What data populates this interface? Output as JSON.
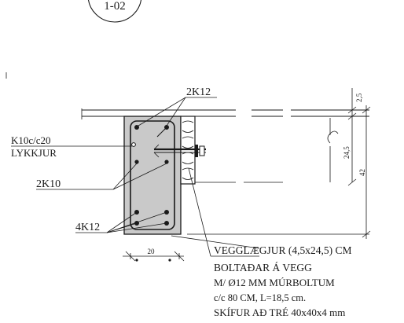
{
  "detail_ref": "1-02",
  "labels": {
    "top_reinforcement": "2K12",
    "stirrups_line1": "K10c/c20",
    "stirrups_line2": "LYKKJUR",
    "middle_reinforcement": "2K10",
    "bottom_reinforcement": "4K12",
    "width_dim": "20"
  },
  "dimensions": {
    "top": "2,5",
    "middle": "24,5",
    "overall": "42"
  },
  "notes": [
    "VEGGLÆGJUR (4,5x24,5) CM",
    "BOLTAÐAR Á VEGG",
    "M/ Ø12 MM MÚRBOLTUM",
    "c/c 80 CM, L=18,5 cm.",
    "SKÍFUR AÐ TRÉ 40x40x4 mm"
  ],
  "colors": {
    "concrete": "#c9c9c9",
    "line": "#1a1a1a",
    "background": "#ffffff"
  }
}
